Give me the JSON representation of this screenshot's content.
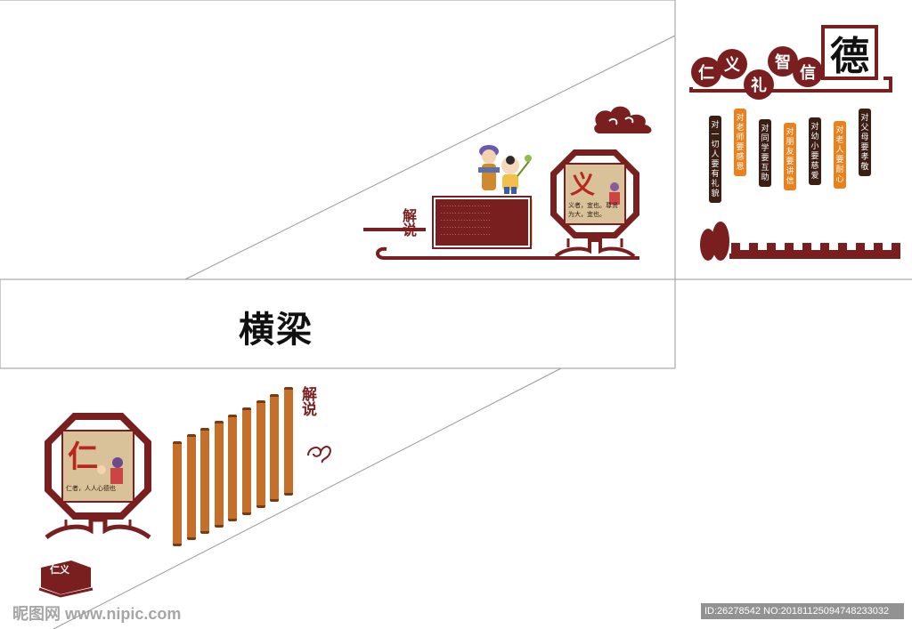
{
  "beam": {
    "label": "横梁"
  },
  "top_right": {
    "title_char": "德",
    "virtues": [
      "仁",
      "义",
      "礼",
      "智",
      "信"
    ],
    "banners": [
      {
        "text": "对一切人要有礼貌",
        "color": "#3b1f14"
      },
      {
        "text": "对老师要感恩",
        "color": "#e8821e"
      },
      {
        "text": "对同学要互助",
        "color": "#3b1f14"
      },
      {
        "text": "对朋友要讲信",
        "color": "#e8821e"
      },
      {
        "text": "对幼小要慈爱",
        "color": "#3b1f14"
      },
      {
        "text": "对老人要耐心",
        "color": "#e8821e"
      },
      {
        "text": "对父母要孝敬",
        "color": "#3b1f14"
      }
    ]
  },
  "middle_panel": {
    "jieshuo": "解说",
    "medallion_char": "义",
    "medallion_caption": "义者，宜也。尊贤为大，宜也。"
  },
  "lower_panel": {
    "jieshuo": "解说",
    "medallion_char": "仁",
    "medallion_caption": "仁者，人人心德也",
    "book_label": "仁义"
  },
  "watermark": {
    "site": "昵图网 www.nipic.com",
    "id_text": "ID:26278542 NO:20181125094748233032"
  },
  "colors": {
    "maroon": "#7a1f1f",
    "orange": "#e8821e",
    "bamboo": "#c46f2a"
  }
}
